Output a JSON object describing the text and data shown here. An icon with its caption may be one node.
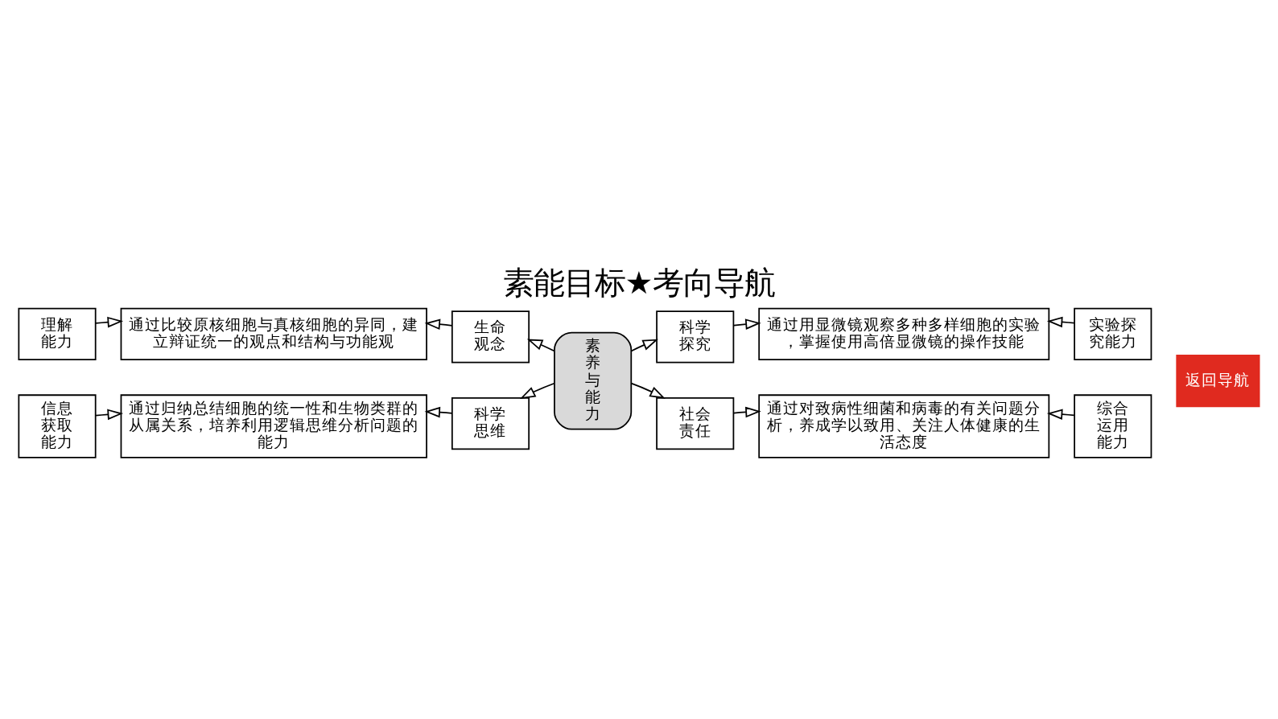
{
  "diagram": {
    "title": "素能目标★考向导航",
    "nodes": [
      {
        "text": [
          "理解能力"
        ]
      },
      {
        "text": [
          "通过比较原核细胞与真核细胞的异同，建立辩证统一的观点和结构与功能观"
        ]
      },
      {
        "text": [
          "生命观念"
        ]
      },
      {
        "text": [
          "素养与能力"
        ]
      },
      {
        "text": [
          "科学探究"
        ]
      },
      {
        "text": [
          "通过用显微镜观察多种多样细胞的实验，掌握使用高倍显微镜的操作技能"
        ]
      },
      {
        "text": [
          "实验探究能力"
        ]
      },
      {
        "text": [
          "信息获取能力"
        ]
      },
      {
        "text": [
          "通过归纳总结细胞的统一性和生物类群的从属关系，培养利用逻辑思维分析问题的能力"
        ]
      },
      {
        "text": [
          "科学思维"
        ]
      },
      {
        "text": [
          "社会责任"
        ]
      },
      {
        "text": [
          "通过对致病性细菌和病毒的有关问题分析，养成学以致用、关注人体健康的生活态度"
        ]
      },
      {
        "text": [
          "综合运用能力"
        ]
      },
      {
        "text": [
          "返回导航"
        ]
      }
    ],
    "edges": [
      {
        "from": 0,
        "to": 1,
        "arrow": "to"
      },
      {
        "from": 2,
        "to": 1,
        "arrow": "to"
      },
      {
        "from": 3,
        "to": 2,
        "arrow": "to"
      },
      {
        "from": 3,
        "to": 4,
        "arrow": "to"
      },
      {
        "from": 4,
        "to": 5,
        "arrow": "to"
      },
      {
        "from": 6,
        "to": 5,
        "arrow": "to"
      },
      {
        "from": 7,
        "to": 8,
        "arrow": "to"
      },
      {
        "from": 9,
        "to": 8,
        "arrow": "to"
      },
      {
        "from": 3,
        "to": 9,
        "arrow": "to"
      },
      {
        "from": 3,
        "to": 10,
        "arrow": "to"
      },
      {
        "from": 10,
        "to": 11,
        "arrow": "to"
      },
      {
        "from": 12,
        "to": 11,
        "arrow": "to"
      }
    ]
  }
}
